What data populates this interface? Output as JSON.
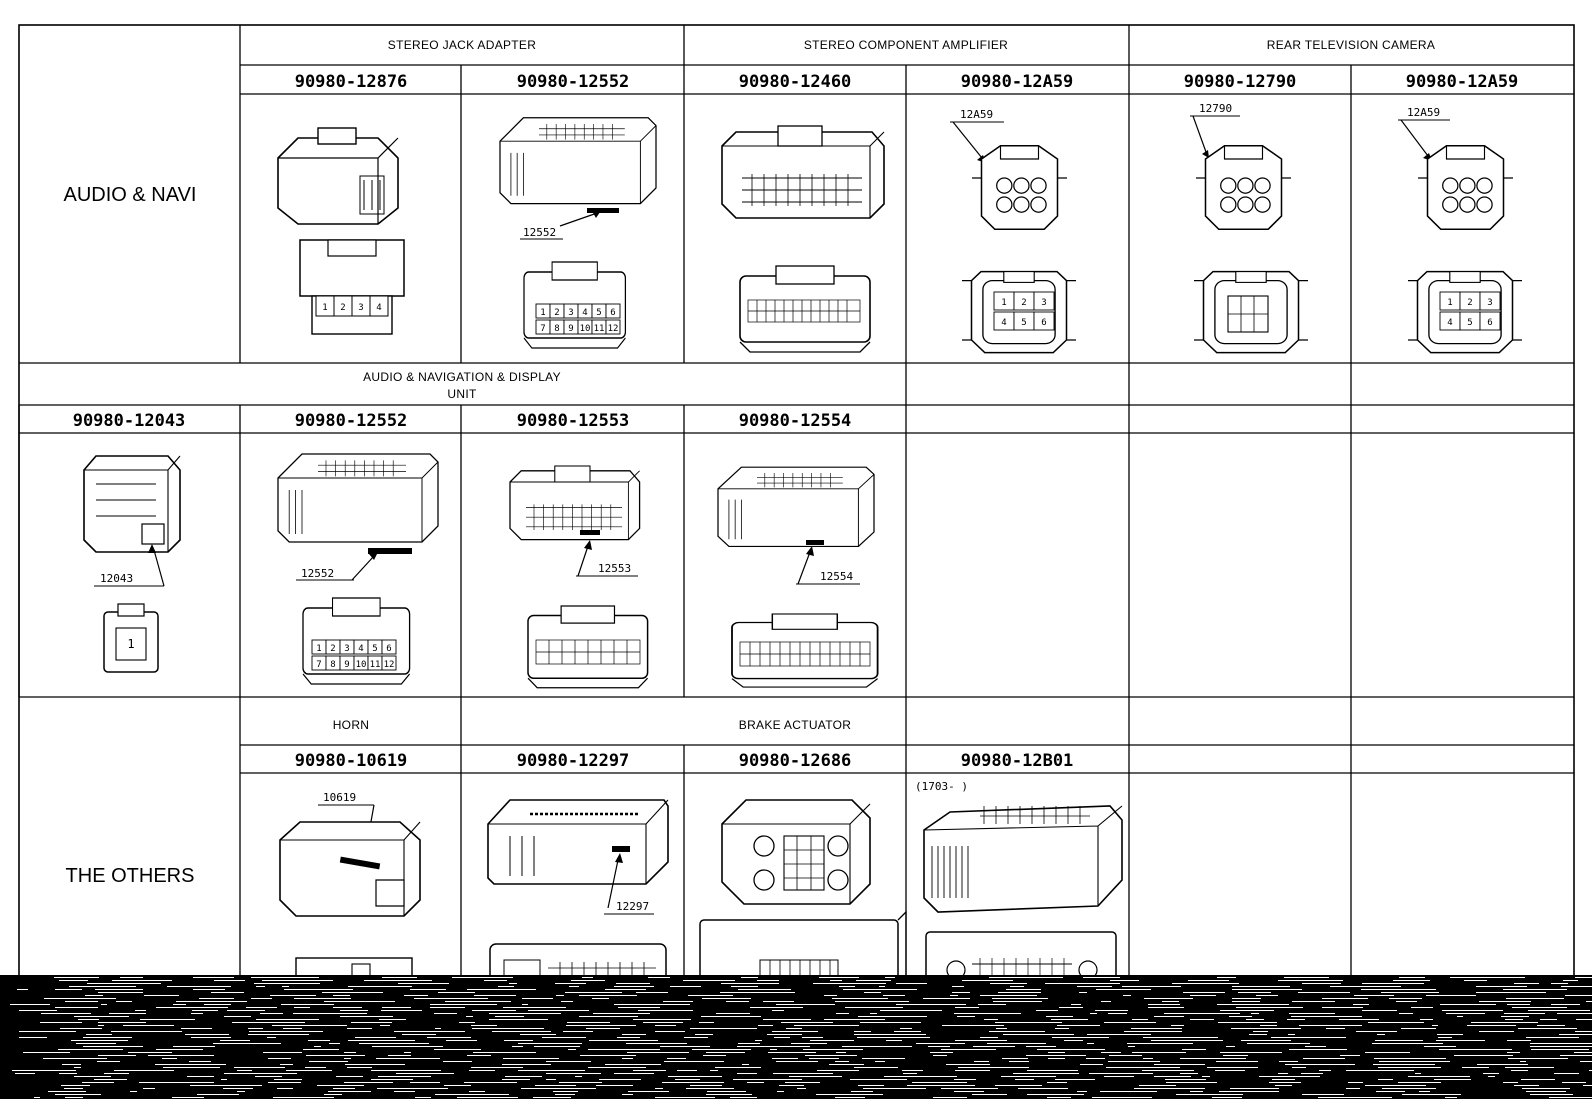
{
  "sections": {
    "audio_navi": "AUDIO & NAVI",
    "the_others": "THE OTHERS"
  },
  "headers": {
    "stereo_jack_adapter": "STEREO JACK ADAPTER",
    "stereo_component_amplifier": "STEREO COMPONENT AMPLIFIER",
    "rear_television_camera": "REAR TELEVISION CAMERA",
    "audio_nav_display_line1": "AUDIO & NAVIGATION & DISPLAY",
    "audio_nav_display_line2": "UNIT",
    "horn": "HORN",
    "brake_actuator": "BRAKE ACTUATOR"
  },
  "row1_parts": [
    "90980-12876",
    "90980-12552",
    "90980-12460",
    "90980-12A59",
    "90980-12790",
    "90980-12A59"
  ],
  "row2_parts": [
    "90980-12043",
    "90980-12552",
    "90980-12553",
    "90980-12554"
  ],
  "row3_parts": [
    "90980-10619",
    "90980-12297",
    "90980-12686",
    "90980-12B01"
  ],
  "callouts": {
    "r1_12552": "12552",
    "r1_12a59_a": "12A59",
    "r1_12790": "12790",
    "r1_12a59_b": "12A59",
    "r2_12043": "12043",
    "r2_12552": "12552",
    "r2_12553": "12553",
    "r2_12554": "12554",
    "r3_10619": "10619",
    "r3_12297": "12297",
    "r3_12b01_note": "(1703-     )"
  },
  "pins": {
    "p1": "1",
    "p2": "2",
    "p3": "3",
    "p4": "4",
    "p5": "5",
    "p6": "6",
    "p7": "7",
    "p8": "8",
    "p9": "9",
    "p10": "10",
    "p11": "11",
    "p12": "12"
  }
}
